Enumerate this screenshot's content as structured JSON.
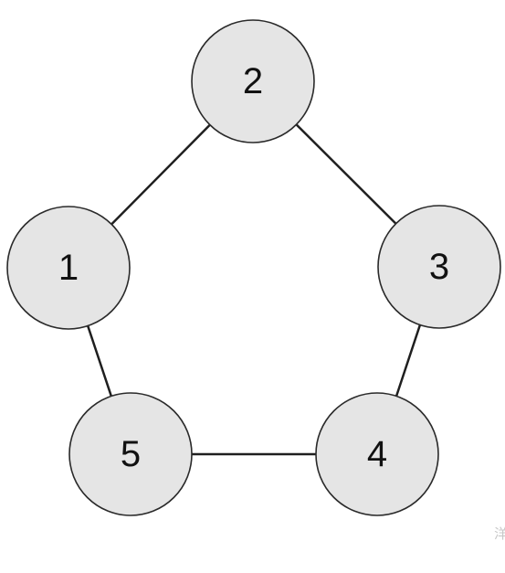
{
  "diagram": {
    "type": "undirected-graph",
    "nodes": [
      {
        "id": "1",
        "label": "1"
      },
      {
        "id": "2",
        "label": "2"
      },
      {
        "id": "3",
        "label": "3"
      },
      {
        "id": "4",
        "label": "4"
      },
      {
        "id": "5",
        "label": "5"
      }
    ],
    "edges": [
      {
        "from": "1",
        "to": "2"
      },
      {
        "from": "2",
        "to": "3"
      },
      {
        "from": "3",
        "to": "4"
      },
      {
        "from": "4",
        "to": "5"
      },
      {
        "from": "5",
        "to": "1"
      }
    ],
    "colors": {
      "node_fill": "#e5e5e5",
      "node_stroke": "#2a2a2a",
      "edge": "#1f1f1f",
      "label": "#111111"
    }
  },
  "watermark": {
    "text": "洋"
  }
}
